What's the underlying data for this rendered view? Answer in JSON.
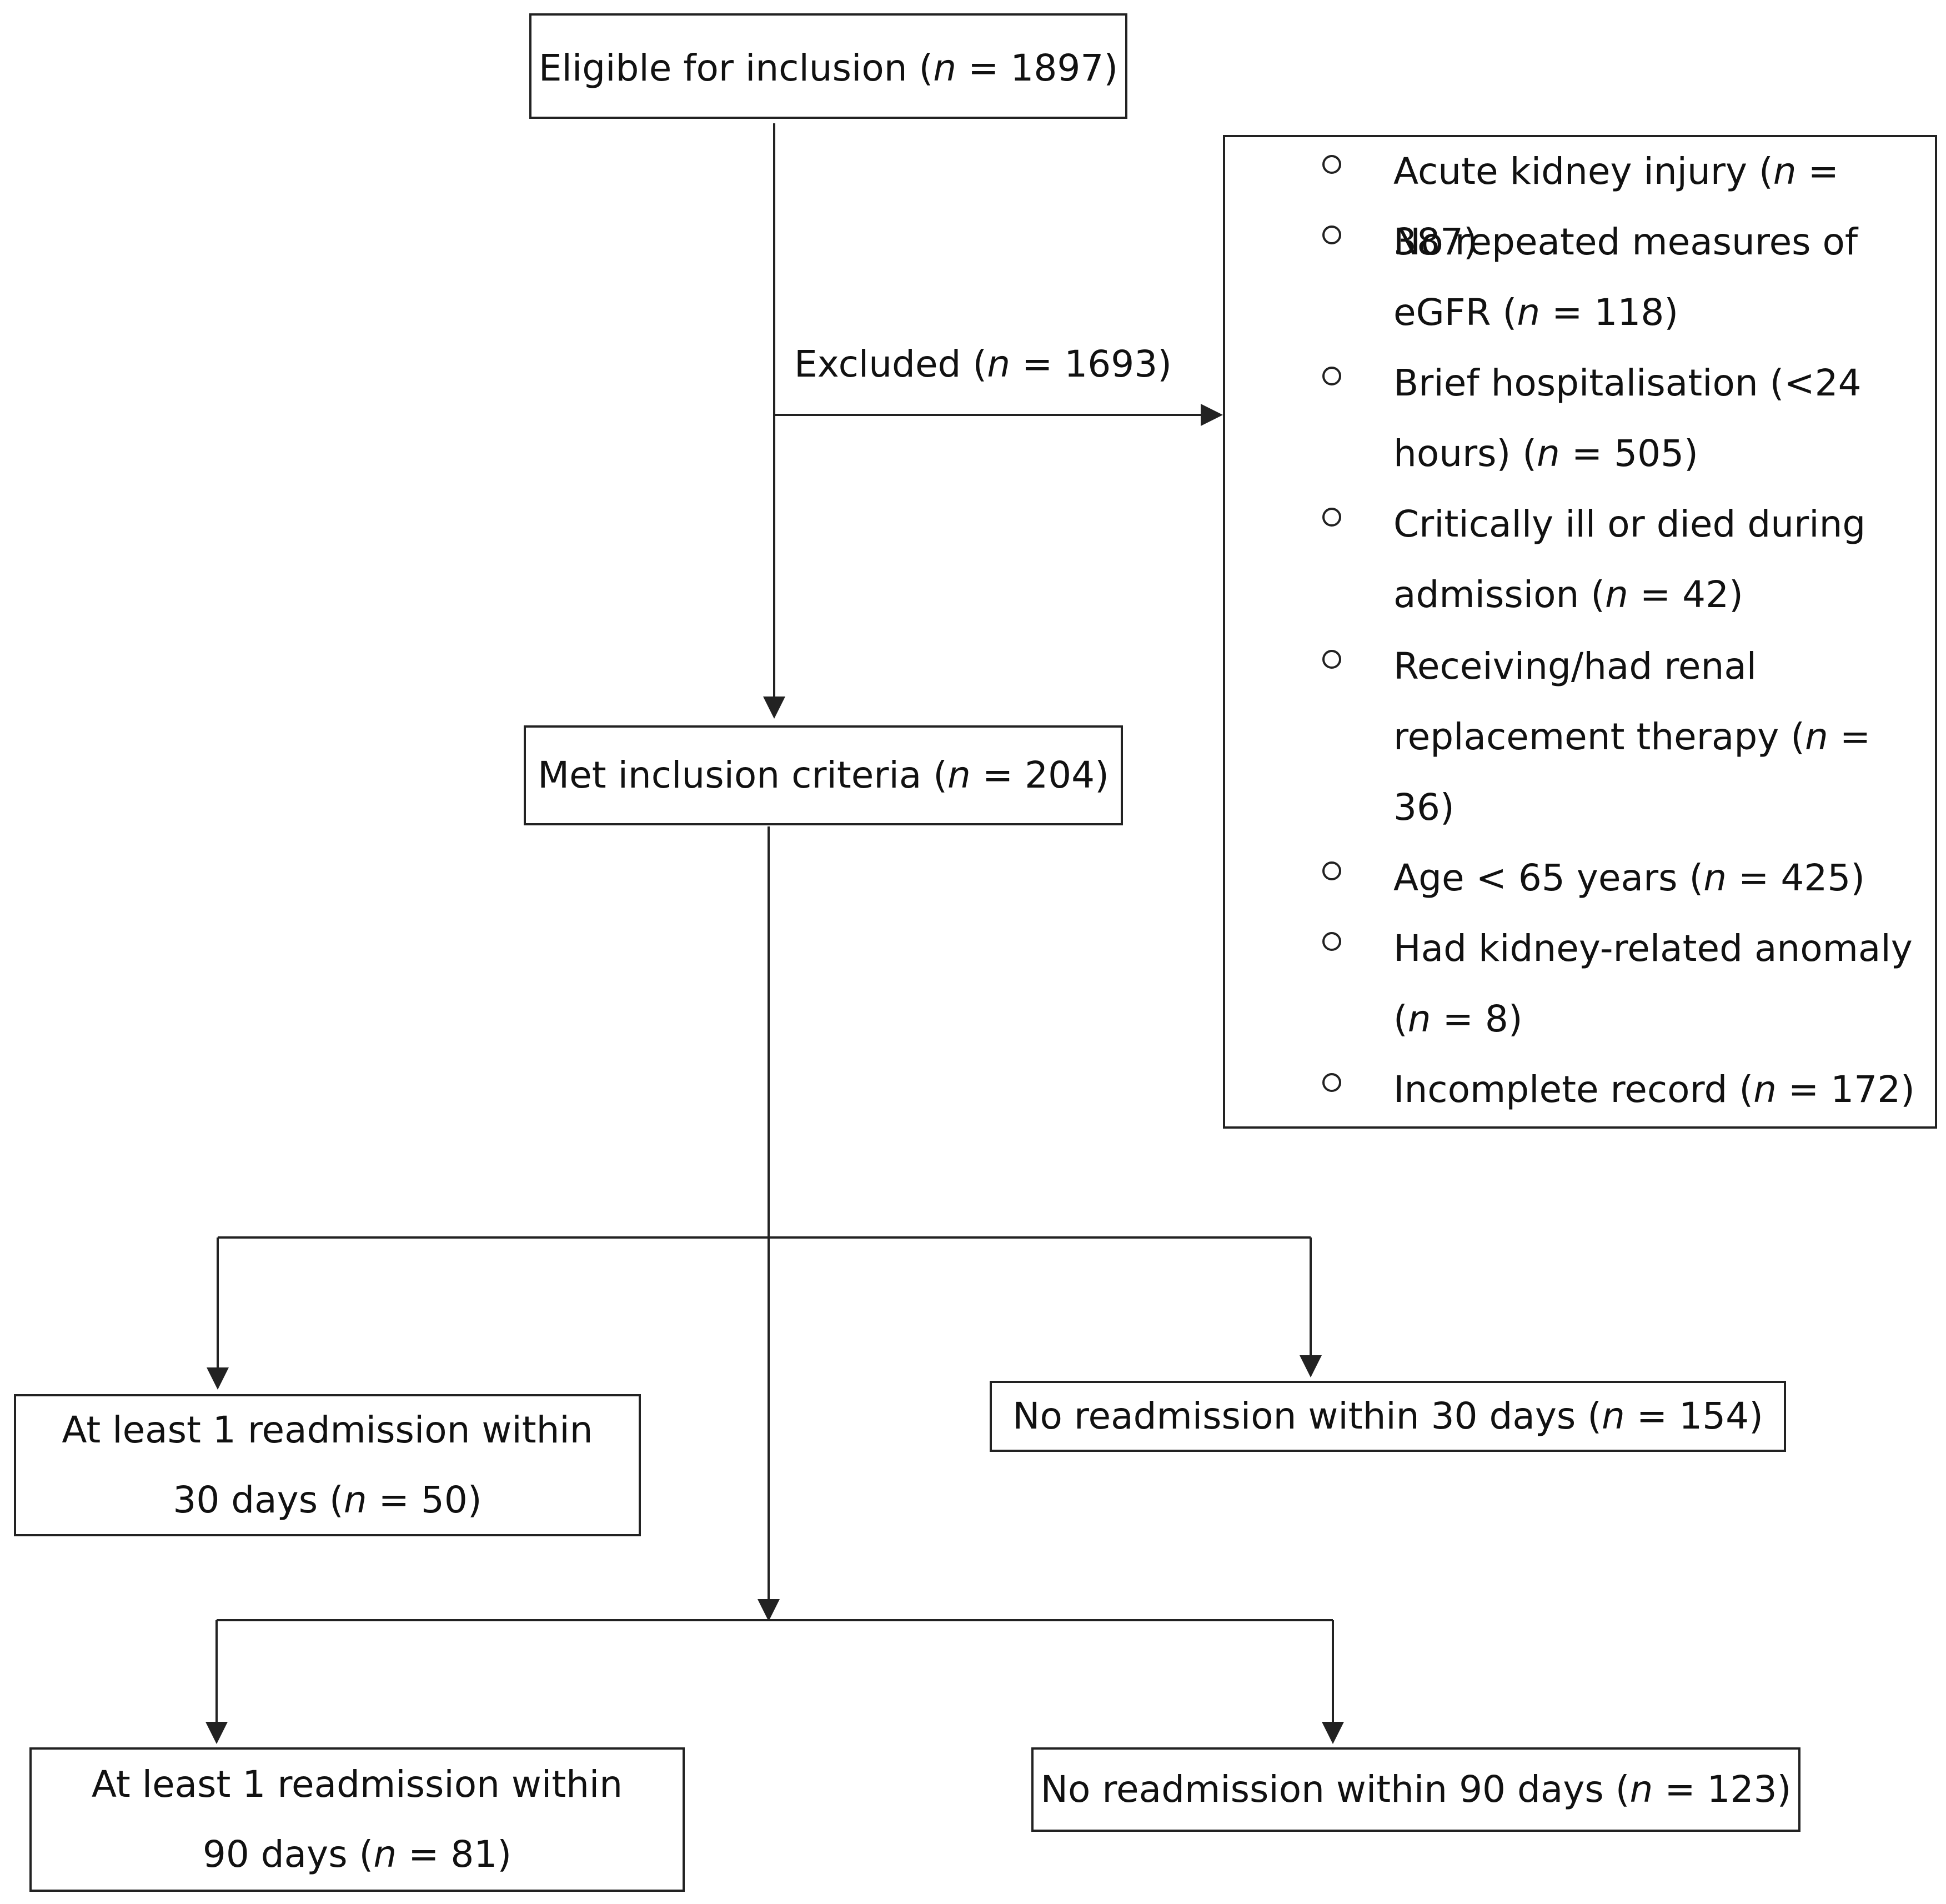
{
  "eligible": {
    "pre": "Eligible for inclusion (",
    "n": "n",
    "post": " = 1897)"
  },
  "excluded": {
    "pre": "Excluded (",
    "n": "n",
    "post": " = 1693)"
  },
  "exclusion_reasons": [
    {
      "pre": "Acute kidney injury (",
      "n": "n",
      "post": " = 387)"
    },
    {
      "pre": "No repeated measures of eGFR (",
      "n": "n",
      "post": " = 118)"
    },
    {
      "pre": "Brief hospitalisation (<24 hours) (",
      "n": "n",
      "post": " = 505)"
    },
    {
      "pre": "Critically ill or died during admission (",
      "n": "n",
      "post": " = 42)"
    },
    {
      "pre": "Receiving/had renal replacement therapy (",
      "n": "n",
      "post": " = 36)"
    },
    {
      "pre": "Age < 65 years (",
      "n": "n",
      "post": " = 425)"
    },
    {
      "pre": "Had kidney-related anomaly (",
      "n": "n",
      "post": " = 8)"
    },
    {
      "pre": "Incomplete record (",
      "n": "n",
      "post": " = 172)"
    }
  ],
  "met": {
    "pre": "Met inclusion criteria (",
    "n": "n",
    "post": " = 204)"
  },
  "readmit30": {
    "pre": "At least 1 readmission within 30 days (",
    "n": "n",
    "post": " = 50)"
  },
  "noreadmit30": {
    "pre": "No readmission within 30 days (",
    "n": "n",
    "post": " = 154)"
  },
  "readmit90": {
    "pre": "At least 1 readmission within 90 days (",
    "n": "n",
    "post": " = 81)"
  },
  "noreadmit90": {
    "pre": "No readmission within 90 days (",
    "n": "n",
    "post": " = 123)"
  }
}
